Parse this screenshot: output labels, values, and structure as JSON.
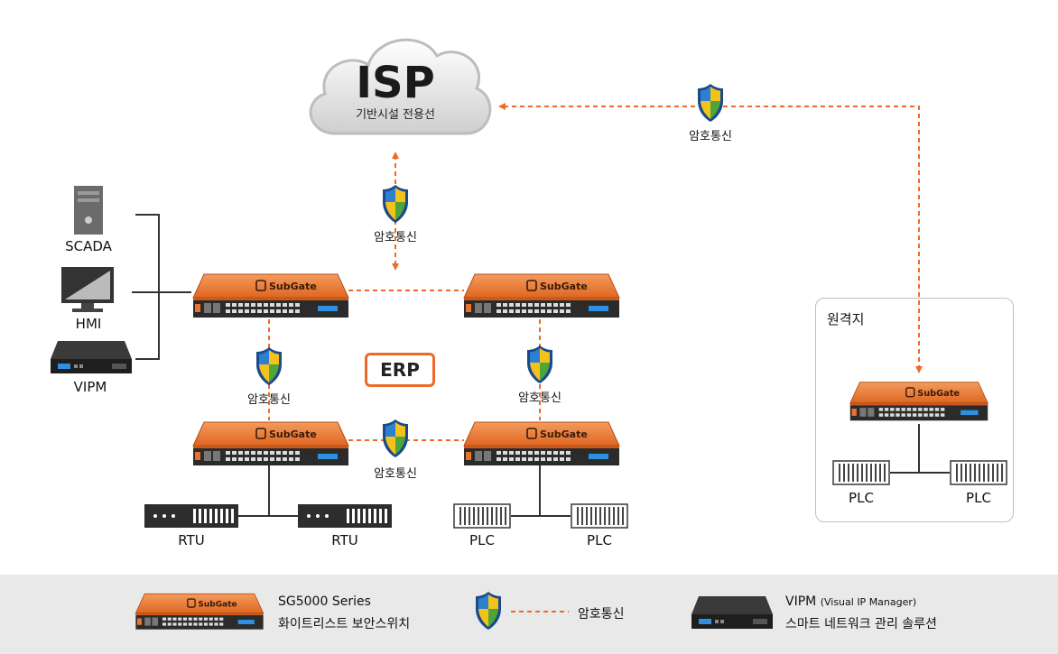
{
  "cloud": {
    "title": "ISP",
    "subtitle": "기반시설 전용선"
  },
  "encryption_label": "암호통신",
  "erp_label": "ERP",
  "brand": "SubGate",
  "devices": {
    "scada": "SCADA",
    "hmi": "HMI",
    "vipm": "VIPM",
    "rtu1": "RTU",
    "rtu2": "RTU",
    "plc1": "PLC",
    "plc2": "PLC",
    "remote_plc1": "PLC",
    "remote_plc2": "PLC"
  },
  "remote_site": {
    "title": "원격지"
  },
  "legend": {
    "switch_title": "SG5000 Series",
    "switch_desc": "화이트리스트 보안스위치",
    "encryption": "암호통신",
    "vipm_title": "VIPM",
    "vipm_sub": "(Visual IP Manager)",
    "vipm_desc": "스마트 네트워크 관리 솔루션"
  },
  "colors": {
    "accent": "#ee6a2a",
    "line": "#444444",
    "switch_body": "#e8732f",
    "legend_bg": "#e9e9e9"
  }
}
